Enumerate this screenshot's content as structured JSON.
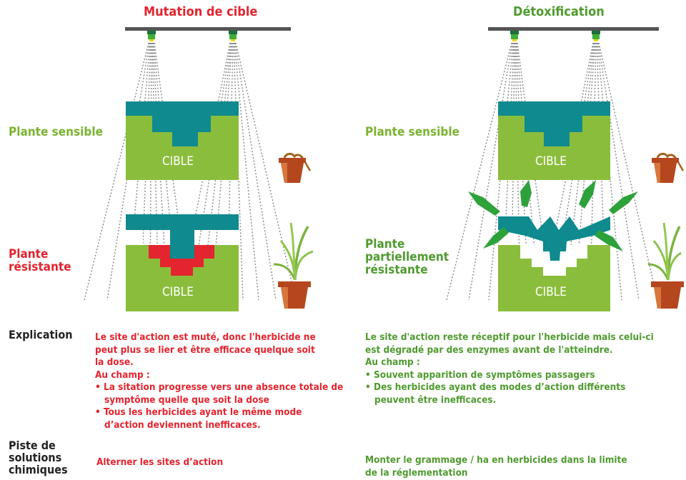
{
  "colors": {
    "green": "#8bbd3c",
    "teal": "#0f8a8e",
    "red": "#e2252f",
    "enzyme": "#2ea23a",
    "bar": "#555555",
    "pot": "#b5471e"
  },
  "left": {
    "title": "Mutation de cible",
    "sensitive_label": "Plante sensible",
    "resistant_label": [
      "Plante",
      "résistante"
    ],
    "target_label_top": "CIBLE",
    "target_label_bottom": "CIBLE",
    "explanation": [
      "Le site d'action est muté, donc l'herbicide ne",
      "peut plus se lier et être efficace quelque soit",
      "la dose.",
      "Au champ :"
    ],
    "bullets": [
      "• La sitation progresse vers une absence totale de symptôme quelle que soit la dose",
      "• Tous les herbicides ayant le même mode d’action deviennent inefficaces."
    ],
    "solution": "Alterner les sites d’action"
  },
  "right": {
    "title": "Détoxification",
    "sensitive_label": "Plante sensible",
    "resistant_label": [
      "Plante",
      "partiellement",
      "résistante"
    ],
    "target_label_top": "CIBLE",
    "target_label_bottom": "CIBLE",
    "explanation": [
      "Le site d'action reste réceptif pour l'herbicide mais celui-ci",
      "est dégradé par des enzymes avant de l'atteindre.",
      "Au champ :"
    ],
    "bullets": [
      "• Souvent apparition de symptômes passagers",
      "• Des herbicides ayant des modes d’action différents peuvent être inefficaces."
    ],
    "solution": [
      "Monter le grammage / ha en herbicides dans la limite",
      "de la réglementation"
    ]
  },
  "rows": {
    "explication": "Explication",
    "piste": [
      "Piste de",
      "solutions",
      "chimiques"
    ]
  }
}
